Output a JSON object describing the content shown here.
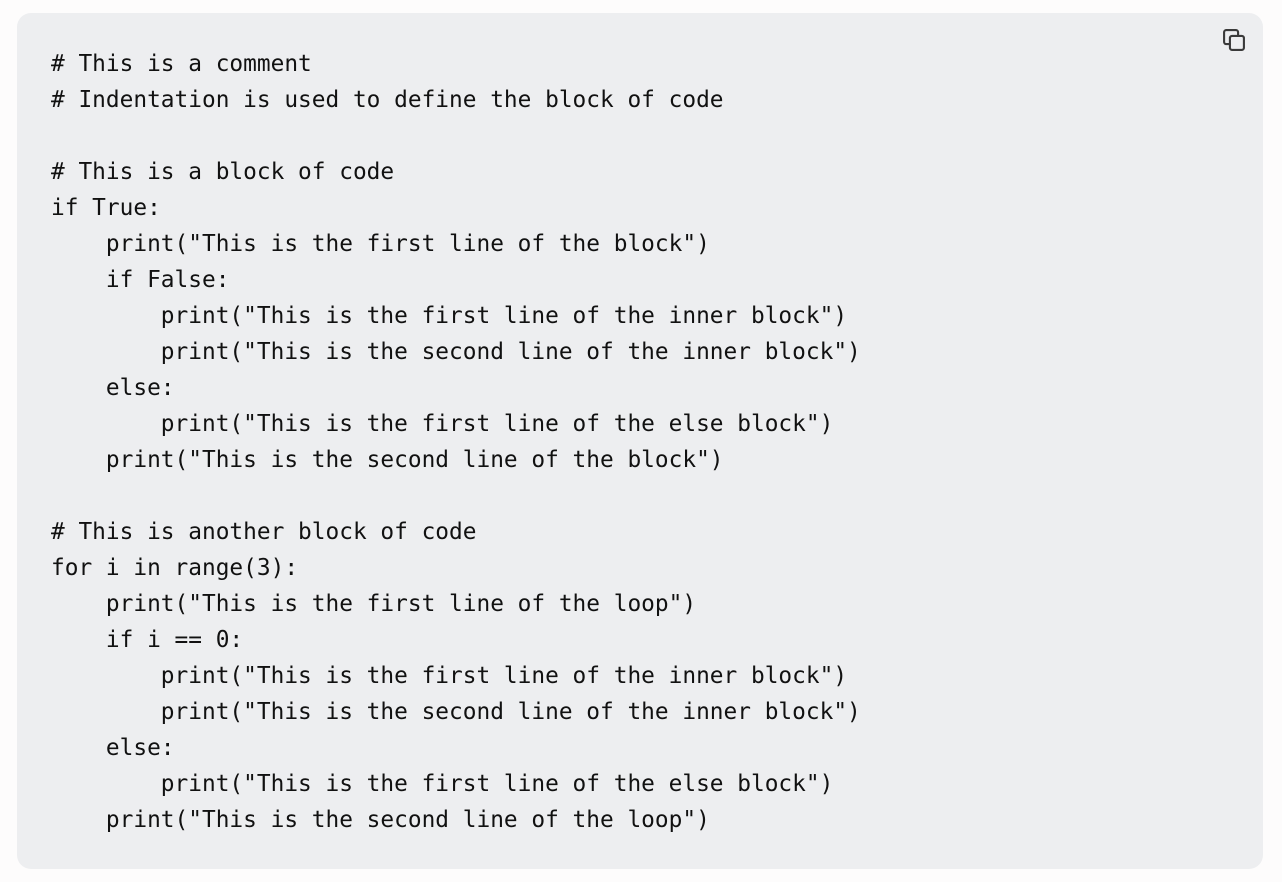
{
  "code_block": {
    "language": "python",
    "copy_button": {
      "icon": "copy-icon"
    },
    "lines": [
      "# This is a comment",
      "# Indentation is used to define the block of code",
      "",
      "# This is a block of code",
      "if True:",
      "    print(\"This is the first line of the block\")",
      "    if False:",
      "        print(\"This is the first line of the inner block\")",
      "        print(\"This is the second line of the inner block\")",
      "    else:",
      "        print(\"This is the first line of the else block\")",
      "    print(\"This is the second line of the block\")",
      "",
      "# This is another block of code",
      "for i in range(3):",
      "    print(\"This is the first line of the loop\")",
      "    if i == 0:",
      "        print(\"This is the first line of the inner block\")",
      "        print(\"This is the second line of the inner block\")",
      "    else:",
      "        print(\"This is the first line of the else block\")",
      "    print(\"This is the second line of the loop\")"
    ]
  }
}
